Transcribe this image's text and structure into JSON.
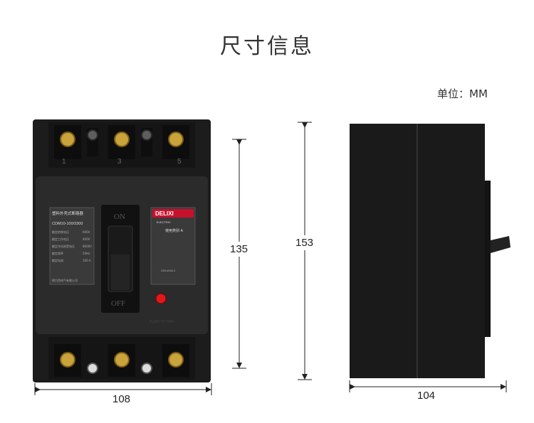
{
  "header": {
    "title": "尺寸信息",
    "unit_label": "单位：MM"
  },
  "dimensions": {
    "front_width": "108",
    "front_height_inner": "135",
    "front_height_total": "153",
    "side_depth": "104"
  },
  "front_panel": {
    "terminal_numbers": [
      "1",
      "3",
      "5"
    ],
    "label_left_title": "塑料外壳式断路器",
    "label_left_model": "CDM10-100/3300",
    "label_left_rows": [
      "额定绝缘电压",
      "额定工作电压",
      "额定冲击耐受电压",
      "额定频率",
      "额定电流"
    ],
    "label_left_values": [
      "690V",
      "400V",
      "8000V",
      "50Hz",
      "100 A"
    ],
    "label_left_footer": "德力西电气有限公司",
    "switch_on": "ON",
    "switch_off": "OFF",
    "brand": "DELIXI",
    "brand_sub": "ELECTRIC",
    "label_right_title": "使用类别 A",
    "label_right_code": "GB14048.2",
    "label_right_push": "PUSH TO TRIP"
  },
  "colors": {
    "body": "#1f1f1f",
    "panel": "#2b2b2b",
    "brass": "#c9a33b",
    "trip_button": "#e0181b",
    "brand_red": "#c8102e"
  }
}
